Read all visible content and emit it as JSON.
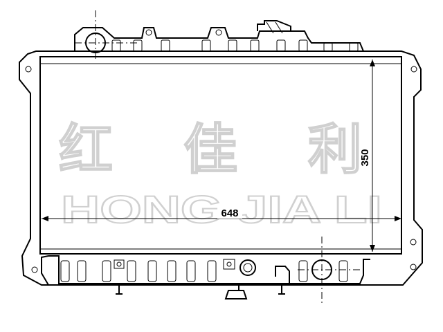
{
  "watermark": {
    "chinese": [
      "红",
      "佳",
      "利"
    ],
    "latin": "HONG JIA LI"
  },
  "dimensions": {
    "width_label": "648",
    "height_label": "350"
  },
  "colors": {
    "line": "#000000",
    "watermark_outline": "#d0d0d0",
    "background": "#ffffff"
  }
}
